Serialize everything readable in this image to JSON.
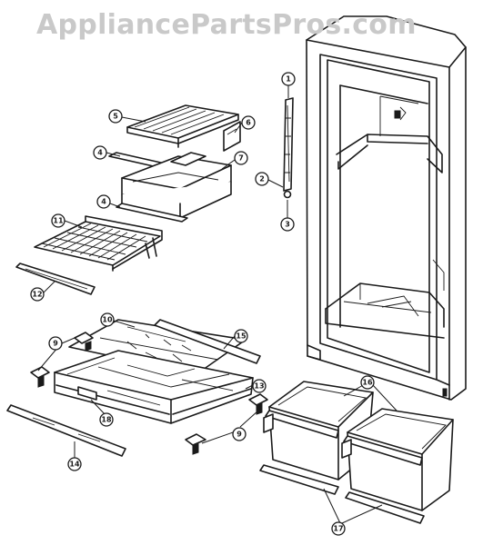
{
  "watermark": "AppliancePartsPros.com",
  "callouts": [
    "1",
    "2",
    "3",
    "4",
    "4",
    "5",
    "6",
    "7",
    "9",
    "9",
    "10",
    "11",
    "12",
    "13",
    "14",
    "15",
    "16",
    "17",
    "18"
  ]
}
